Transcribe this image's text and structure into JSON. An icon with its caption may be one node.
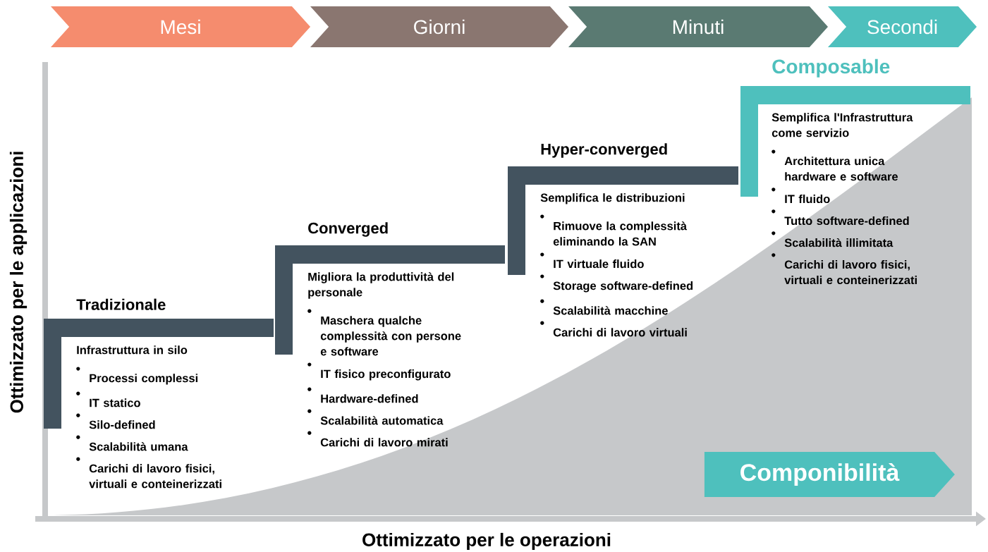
{
  "diagram": {
    "nodes": [
      {
        "text": [
          "Mesi"
        ]
      },
      {
        "text": [
          "Giorni"
        ]
      },
      {
        "text": [
          "Minuti"
        ]
      },
      {
        "text": [
          "Secondi"
        ]
      },
      {
        "text": [
          "Tradizionale",
          "Infrastruttura in silo",
          "Processi complessi",
          "IT statico",
          "Silo-defined",
          "Scalabilità umana",
          "Carichi di lavoro fisici, virtuali e conteinerizzati"
        ]
      },
      {
        "text": [
          "Converged",
          "Migliora la produttività del personale",
          "Maschera qualche complessità con persone e software",
          "IT fisico preconfigurato",
          "Hardware-defined",
          "Scalabilità automatica",
          "Carichi di lavoro mirati"
        ]
      },
      {
        "text": [
          "Hyper-converged",
          "Semplifica le distribuzioni",
          "Rimuove la complessità eliminando la SAN",
          "IT virtuale fluido",
          "Storage software-defined",
          "Scalabilità macchine",
          "Carichi di lavoro virtuali"
        ]
      },
      {
        "text": [
          "Composable",
          "Semplifica l'Infrastruttura come servizio",
          "Architettura unica hardware e software",
          "IT fluido",
          "Tutto software-defined",
          "Scalabilità illimitata",
          "Carichi di lavoro fisici, virtuali e conteinerizzati"
        ]
      },
      {
        "text": [
          "Componibilità"
        ]
      }
    ],
    "labels": [
      "Ottimizzato per le applicazioni",
      "Ottimizzato per le operazioni"
    ]
  }
}
